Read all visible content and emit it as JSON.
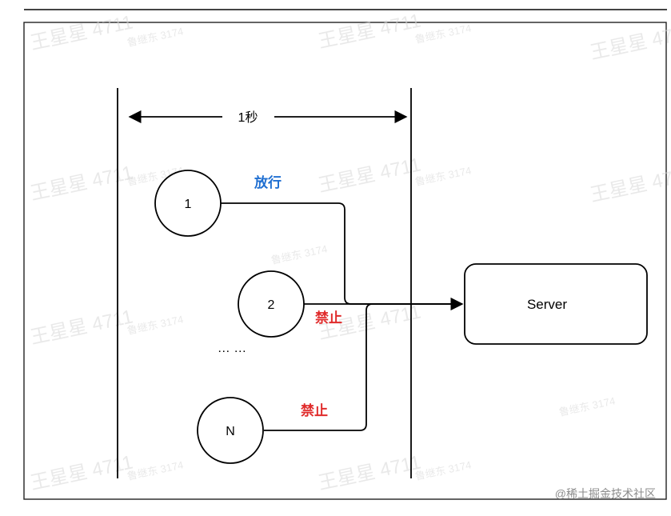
{
  "diagram": {
    "duration_label": "1秒",
    "requests": [
      {
        "id": "req-1",
        "label": "1",
        "status": "放行"
      },
      {
        "id": "req-2",
        "label": "2",
        "status": "禁止"
      },
      {
        "id": "req-n",
        "label": "N",
        "status": "禁止"
      }
    ],
    "ellipsis": "… …",
    "server_label": "Server",
    "colors": {
      "allow": "#1f6fd1",
      "deny": "#e02b2b",
      "line": "#000000"
    }
  },
  "watermarks": {
    "name_a": "王星星 4711",
    "name_b": "鲁继东 3174"
  },
  "footer": {
    "credit": "@稀土掘金技术社区"
  }
}
